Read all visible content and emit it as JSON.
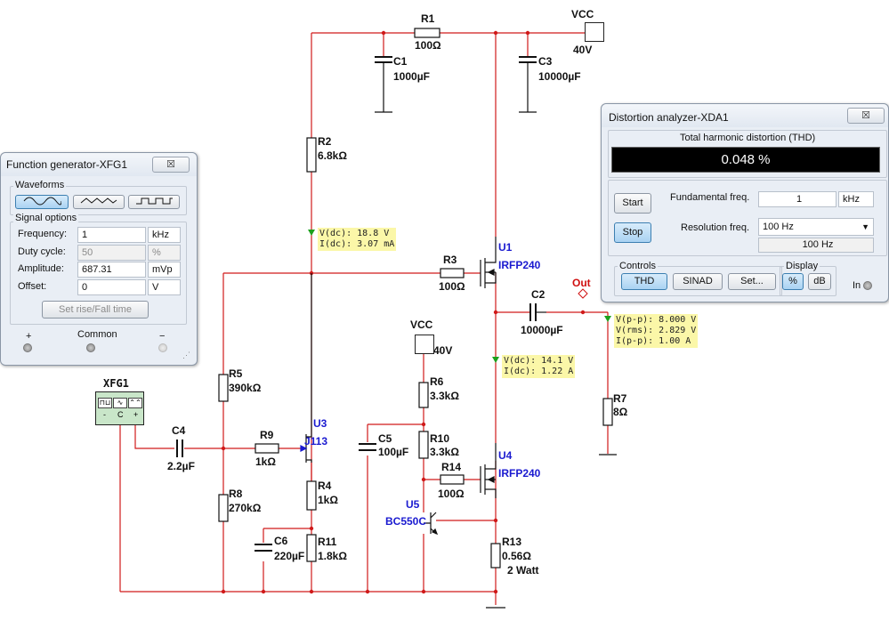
{
  "schematic": {
    "components": {
      "r1": {
        "name": "R1",
        "value": "100Ω"
      },
      "c1": {
        "name": "C1",
        "value": "1000µF"
      },
      "c3": {
        "name": "C3",
        "value": "10000µF"
      },
      "vcc_top": {
        "name": "VCC",
        "value": "40V"
      },
      "r2": {
        "name": "R2",
        "value": "6.8kΩ"
      },
      "u1": {
        "name": "U1",
        "value": "IRFP240"
      },
      "r3": {
        "name": "R3",
        "value": "100Ω"
      },
      "c2": {
        "name": "C2",
        "value": "10000µF"
      },
      "out": {
        "name": "Out"
      },
      "vcc_mid": {
        "name": "VCC",
        "value": "40V"
      },
      "r6": {
        "name": "R6",
        "value": "3.3kΩ"
      },
      "r10": {
        "name": "R10",
        "value": "3.3kΩ"
      },
      "r14": {
        "name": "R14",
        "value": "100Ω"
      },
      "u4": {
        "name": "U4",
        "value": "IRFP240"
      },
      "u5": {
        "name": "U5",
        "value": "BC550C"
      },
      "c5": {
        "name": "C5",
        "value": "100µF"
      },
      "r5": {
        "name": "R5",
        "value": "390kΩ"
      },
      "r8": {
        "name": "R8",
        "value": "270kΩ"
      },
      "c4": {
        "name": "C4",
        "value": "2.2µF"
      },
      "r9": {
        "name": "R9",
        "value": "1kΩ"
      },
      "u3": {
        "name": "U3",
        "value": "J113"
      },
      "r4": {
        "name": "R4",
        "value": "1kΩ"
      },
      "c6": {
        "name": "C6",
        "value": "220µF"
      },
      "r11": {
        "name": "R11",
        "value": "1.8kΩ"
      },
      "r13": {
        "name": "R13",
        "value": "0.56Ω",
        "extra": "2 Watt"
      },
      "r7": {
        "name": "R7",
        "value": "8Ω"
      },
      "xfg1": {
        "name": "XFG1",
        "minus": "-",
        "common": "C",
        "plus": "+"
      }
    },
    "probes": {
      "p1": {
        "line1": "V(dc): 18.8 V",
        "line2": "I(dc): 3.07 mA"
      },
      "p2": {
        "line1": "V(dc): 14.1 V",
        "line2": "I(dc): 1.22 A"
      },
      "p3": {
        "line1": "V(p-p): 8.000 V",
        "line2": "V(rms): 2.829 V",
        "line3": "I(p-p): 1.00 A"
      }
    }
  },
  "function_generator": {
    "title": "Function generator-XFG1",
    "close_label": "☒",
    "waveforms_label": "Waveforms",
    "waveform_buttons": [
      "sine-wave-icon",
      "triangle-wave-icon",
      "square-wave-icon"
    ],
    "signal_options_label": "Signal options",
    "fields": {
      "frequency": {
        "label": "Frequency:",
        "value": "1",
        "unit": "kHz"
      },
      "duty_cycle": {
        "label": "Duty cycle:",
        "value": "50",
        "unit": "%"
      },
      "amplitude": {
        "label": "Amplitude:",
        "value": "687.31",
        "unit": "mVp"
      },
      "offset": {
        "label": "Offset:",
        "value": "0",
        "unit": "V"
      }
    },
    "set_rise_fall_label": "Set rise/Fall time",
    "terminals": {
      "plus": "+",
      "common": "Common",
      "minus": "−"
    }
  },
  "distortion_analyzer": {
    "title": "Distortion analyzer-XDA1",
    "close_label": "☒",
    "thd_header": "Total harmonic distortion (THD)",
    "thd_value": "0.048 %",
    "start_label": "Start",
    "stop_label": "Stop",
    "fundamental_label": "Fundamental freq.",
    "fundamental_value": "1",
    "fundamental_unit": "kHz",
    "resolution_label": "Resolution freq.",
    "resolution_select": "100 Hz",
    "resolution_display": "100 Hz",
    "controls_label": "Controls",
    "thd_button": "THD",
    "sinad_button": "SINAD",
    "set_button": "Set...",
    "display_label": "Display",
    "percent_button": "%",
    "db_button": "dB",
    "in_label": "In"
  },
  "colors": {
    "wire": "#d01a1a",
    "component": "#111111",
    "part_label": "#1a1ad0",
    "probe_bg": "#fbf7a8",
    "active_button": "#a9d2f2"
  }
}
